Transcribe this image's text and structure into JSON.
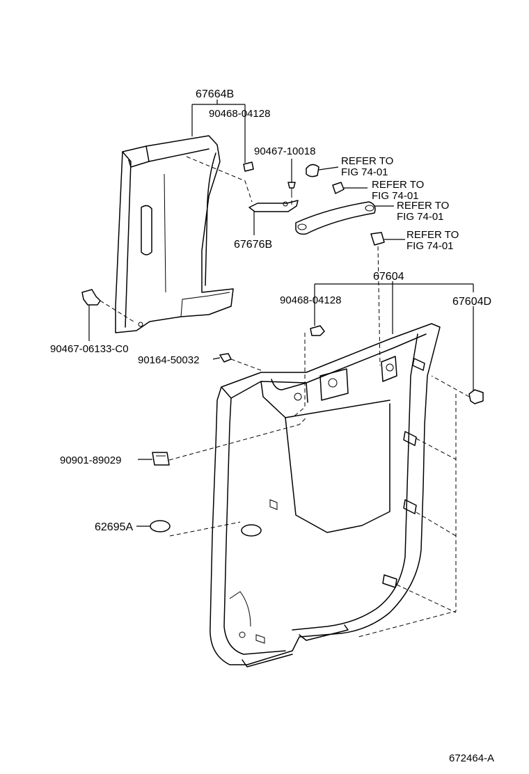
{
  "labels": {
    "p67664b": "67664B",
    "p90468_04128_a": "90468-04128",
    "p90467_10018": "90467-10018",
    "p67676b": "67676B",
    "p90467_06133": "90467-06133-C0",
    "p67604": "67604",
    "p67604d": "67604D",
    "p90468_04128_b": "90468-04128",
    "p90164_50032": "90164-50032",
    "p90901_89029": "90901-89029",
    "p62695a": "62695A",
    "ref1_line1": "REFER TO",
    "ref1_line2": "FIG 74-01",
    "ref2_line1": "REFER TO",
    "ref2_line2": "FIG 74-01",
    "ref3_line1": "REFER TO",
    "ref3_line2": "FIG 74-01",
    "ref4_line1": "REFER TO",
    "ref4_line2": "FIG 74-01",
    "figure_id": "672464-A"
  }
}
